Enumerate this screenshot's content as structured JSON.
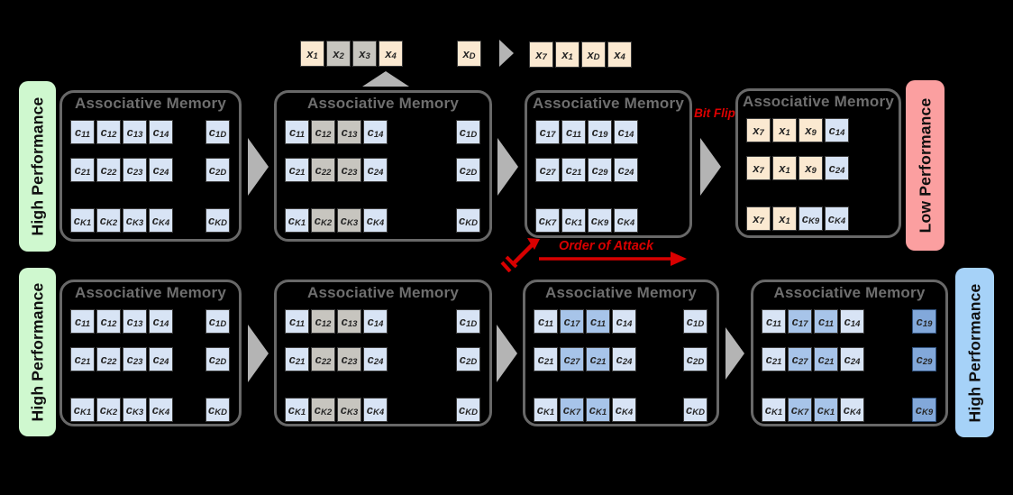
{
  "colors": {
    "green": "#CFF8CF",
    "pink": "#FB9FA0",
    "blue": "#A6D2F8",
    "red": "#DE0000",
    "cell_light_blue": "#D8E4F5",
    "cell_gray": "#C7C5BF",
    "cell_cream": "#FBE9D1",
    "cell_mid_blue": "#A7C4E9",
    "cell_dark_blue": "#82A8DA"
  },
  "strip": {
    "input_cells": [
      {
        "b": "x",
        "s": "1",
        "v": "cream"
      },
      {
        "b": "x",
        "s": "2",
        "v": "gray"
      },
      {
        "b": "x",
        "s": "3",
        "v": "gray"
      },
      {
        "b": "x",
        "s": "4",
        "v": "cream"
      }
    ],
    "d_cell": [
      {
        "b": "x",
        "s": "D",
        "v": "cream"
      }
    ],
    "result_cells": [
      {
        "b": "x",
        "s": "7",
        "v": "cream"
      },
      {
        "b": "x",
        "s": "1",
        "v": "cream"
      },
      {
        "b": "x",
        "s": "D",
        "v": "cream"
      },
      {
        "b": "x",
        "s": "4",
        "v": "cream"
      }
    ]
  },
  "annotations": {
    "bit_flip": "Bit Flip",
    "order_of_attack": "Order of Attack"
  },
  "top_row": {
    "left_label": "High Performance",
    "right_label": "Low Performance",
    "boxes": [
      {
        "title": "Associative Memory",
        "d": true,
        "rows": [
          [
            {
              "b": "c",
              "s": "11",
              "v": "light"
            },
            {
              "b": "c",
              "s": "12",
              "v": "light"
            },
            {
              "b": "c",
              "s": "13",
              "v": "light"
            },
            {
              "b": "c",
              "s": "14",
              "v": "light"
            },
            {
              "b": "c",
              "s": "1D",
              "v": "light"
            }
          ],
          [
            {
              "b": "c",
              "s": "21",
              "v": "light"
            },
            {
              "b": "c",
              "s": "22",
              "v": "light"
            },
            {
              "b": "c",
              "s": "23",
              "v": "light"
            },
            {
              "b": "c",
              "s": "24",
              "v": "light"
            },
            {
              "b": "c",
              "s": "2D",
              "v": "light"
            }
          ],
          [
            {
              "b": "c",
              "s": "K1",
              "v": "light"
            },
            {
              "b": "c",
              "s": "K2",
              "v": "light"
            },
            {
              "b": "c",
              "s": "K3",
              "v": "light"
            },
            {
              "b": "c",
              "s": "K4",
              "v": "light"
            },
            {
              "b": "c",
              "s": "KD",
              "v": "light"
            }
          ]
        ]
      },
      {
        "title": "Associative Memory",
        "d": true,
        "rows": [
          [
            {
              "b": "c",
              "s": "11",
              "v": "light"
            },
            {
              "b": "c",
              "s": "12",
              "v": "gray"
            },
            {
              "b": "c",
              "s": "13",
              "v": "gray"
            },
            {
              "b": "c",
              "s": "14",
              "v": "light"
            },
            {
              "b": "c",
              "s": "1D",
              "v": "light"
            }
          ],
          [
            {
              "b": "c",
              "s": "21",
              "v": "light"
            },
            {
              "b": "c",
              "s": "22",
              "v": "gray"
            },
            {
              "b": "c",
              "s": "23",
              "v": "gray"
            },
            {
              "b": "c",
              "s": "24",
              "v": "light"
            },
            {
              "b": "c",
              "s": "2D",
              "v": "light"
            }
          ],
          [
            {
              "b": "c",
              "s": "K1",
              "v": "light"
            },
            {
              "b": "c",
              "s": "K2",
              "v": "gray"
            },
            {
              "b": "c",
              "s": "K3",
              "v": "gray"
            },
            {
              "b": "c",
              "s": "K4",
              "v": "light"
            },
            {
              "b": "c",
              "s": "KD",
              "v": "light"
            }
          ]
        ]
      },
      {
        "title": "Associative Memory",
        "d": false,
        "rows": [
          [
            {
              "b": "c",
              "s": "17",
              "v": "light"
            },
            {
              "b": "c",
              "s": "11",
              "v": "light"
            },
            {
              "b": "c",
              "s": "19",
              "v": "light"
            },
            {
              "b": "c",
              "s": "14",
              "v": "light"
            }
          ],
          [
            {
              "b": "c",
              "s": "27",
              "v": "light"
            },
            {
              "b": "c",
              "s": "21",
              "v": "light"
            },
            {
              "b": "c",
              "s": "29",
              "v": "light"
            },
            {
              "b": "c",
              "s": "24",
              "v": "light"
            }
          ],
          [
            {
              "b": "c",
              "s": "K7",
              "v": "light"
            },
            {
              "b": "c",
              "s": "K1",
              "v": "light"
            },
            {
              "b": "c",
              "s": "K9",
              "v": "light"
            },
            {
              "b": "c",
              "s": "K4",
              "v": "light"
            }
          ]
        ]
      },
      {
        "title": "Associative Memory",
        "d": false,
        "rows": [
          [
            {
              "b": "x",
              "s": "7",
              "v": "cream"
            },
            {
              "b": "x",
              "s": "1",
              "v": "cream"
            },
            {
              "b": "x",
              "s": "9",
              "v": "cream"
            },
            {
              "b": "c",
              "s": "14",
              "v": "light"
            }
          ],
          [
            {
              "b": "x",
              "s": "7",
              "v": "cream"
            },
            {
              "b": "x",
              "s": "1",
              "v": "cream"
            },
            {
              "b": "x",
              "s": "9",
              "v": "cream"
            },
            {
              "b": "c",
              "s": "24",
              "v": "light"
            }
          ],
          [
            {
              "b": "x",
              "s": "7",
              "v": "cream"
            },
            {
              "b": "x",
              "s": "1",
              "v": "cream"
            },
            {
              "b": "c",
              "s": "K9",
              "v": "light"
            },
            {
              "b": "c",
              "s": "K4",
              "v": "light"
            }
          ]
        ]
      }
    ]
  },
  "bottom_row": {
    "left_label": "High Performance",
    "right_label": "High Performance",
    "boxes": [
      {
        "title": "Associative Memory",
        "d": true,
        "rows": [
          [
            {
              "b": "c",
              "s": "11",
              "v": "light"
            },
            {
              "b": "c",
              "s": "12",
              "v": "light"
            },
            {
              "b": "c",
              "s": "13",
              "v": "light"
            },
            {
              "b": "c",
              "s": "14",
              "v": "light"
            },
            {
              "b": "c",
              "s": "1D",
              "v": "light"
            }
          ],
          [
            {
              "b": "c",
              "s": "21",
              "v": "light"
            },
            {
              "b": "c",
              "s": "22",
              "v": "light"
            },
            {
              "b": "c",
              "s": "23",
              "v": "light"
            },
            {
              "b": "c",
              "s": "24",
              "v": "light"
            },
            {
              "b": "c",
              "s": "2D",
              "v": "light"
            }
          ],
          [
            {
              "b": "c",
              "s": "K1",
              "v": "light"
            },
            {
              "b": "c",
              "s": "K2",
              "v": "light"
            },
            {
              "b": "c",
              "s": "K3",
              "v": "light"
            },
            {
              "b": "c",
              "s": "K4",
              "v": "light"
            },
            {
              "b": "c",
              "s": "KD",
              "v": "light"
            }
          ]
        ]
      },
      {
        "title": "Associative Memory",
        "d": true,
        "rows": [
          [
            {
              "b": "c",
              "s": "11",
              "v": "light"
            },
            {
              "b": "c",
              "s": "12",
              "v": "gray"
            },
            {
              "b": "c",
              "s": "13",
              "v": "gray"
            },
            {
              "b": "c",
              "s": "14",
              "v": "light"
            },
            {
              "b": "c",
              "s": "1D",
              "v": "light"
            }
          ],
          [
            {
              "b": "c",
              "s": "21",
              "v": "light"
            },
            {
              "b": "c",
              "s": "22",
              "v": "gray"
            },
            {
              "b": "c",
              "s": "23",
              "v": "gray"
            },
            {
              "b": "c",
              "s": "24",
              "v": "light"
            },
            {
              "b": "c",
              "s": "2D",
              "v": "light"
            }
          ],
          [
            {
              "b": "c",
              "s": "K1",
              "v": "light"
            },
            {
              "b": "c",
              "s": "K2",
              "v": "gray"
            },
            {
              "b": "c",
              "s": "K3",
              "v": "gray"
            },
            {
              "b": "c",
              "s": "K4",
              "v": "light"
            },
            {
              "b": "c",
              "s": "KD",
              "v": "light"
            }
          ]
        ]
      },
      {
        "title": "Associative Memory",
        "d": true,
        "rows": [
          [
            {
              "b": "c",
              "s": "11",
              "v": "light"
            },
            {
              "b": "c",
              "s": "17",
              "v": "mid"
            },
            {
              "b": "c",
              "s": "11",
              "v": "mid"
            },
            {
              "b": "c",
              "s": "14",
              "v": "light"
            },
            {
              "b": "c",
              "s": "1D",
              "v": "light"
            }
          ],
          [
            {
              "b": "c",
              "s": "21",
              "v": "light"
            },
            {
              "b": "c",
              "s": "27",
              "v": "mid"
            },
            {
              "b": "c",
              "s": "21",
              "v": "mid"
            },
            {
              "b": "c",
              "s": "24",
              "v": "light"
            },
            {
              "b": "c",
              "s": "2D",
              "v": "light"
            }
          ],
          [
            {
              "b": "c",
              "s": "K1",
              "v": "light"
            },
            {
              "b": "c",
              "s": "K7",
              "v": "mid"
            },
            {
              "b": "c",
              "s": "K1",
              "v": "mid"
            },
            {
              "b": "c",
              "s": "K4",
              "v": "light"
            },
            {
              "b": "c",
              "s": "KD",
              "v": "light"
            }
          ]
        ]
      },
      {
        "title": "Associative Memory",
        "d": true,
        "rows": [
          [
            {
              "b": "c",
              "s": "11",
              "v": "light"
            },
            {
              "b": "c",
              "s": "17",
              "v": "mid"
            },
            {
              "b": "c",
              "s": "11",
              "v": "mid"
            },
            {
              "b": "c",
              "s": "14",
              "v": "light"
            },
            {
              "b": "c",
              "s": "19",
              "v": "dark"
            }
          ],
          [
            {
              "b": "c",
              "s": "21",
              "v": "light"
            },
            {
              "b": "c",
              "s": "27",
              "v": "mid"
            },
            {
              "b": "c",
              "s": "21",
              "v": "mid"
            },
            {
              "b": "c",
              "s": "24",
              "v": "light"
            },
            {
              "b": "c",
              "s": "29",
              "v": "dark"
            }
          ],
          [
            {
              "b": "c",
              "s": "K1",
              "v": "light"
            },
            {
              "b": "c",
              "s": "K7",
              "v": "mid"
            },
            {
              "b": "c",
              "s": "K1",
              "v": "mid"
            },
            {
              "b": "c",
              "s": "K4",
              "v": "light"
            },
            {
              "b": "c",
              "s": "K9",
              "v": "dark"
            }
          ]
        ]
      }
    ]
  }
}
